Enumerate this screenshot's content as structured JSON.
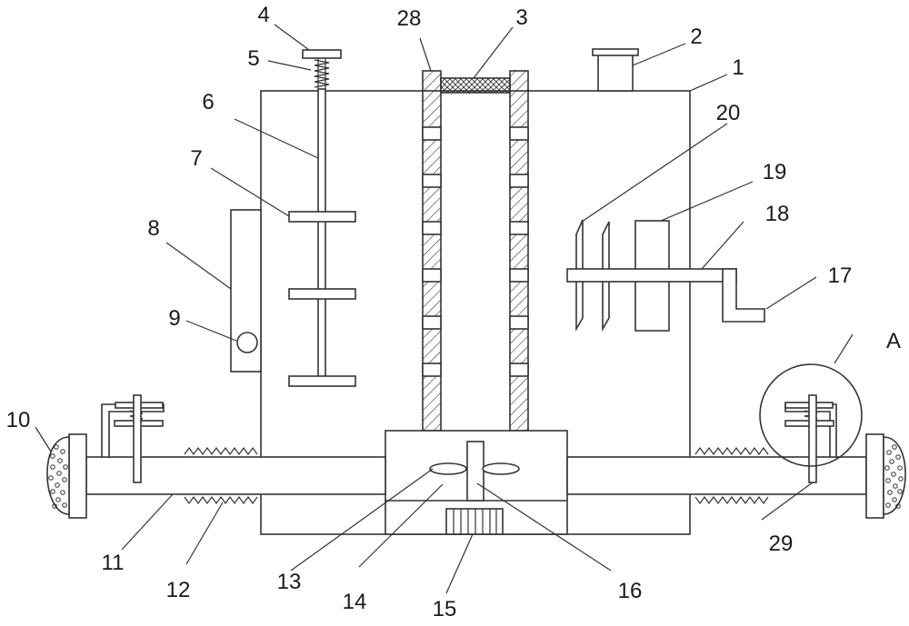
{
  "labels": {
    "l1": "1",
    "l2": "2",
    "l3": "3",
    "l4": "4",
    "l5": "5",
    "l6": "6",
    "l7": "7",
    "l8": "8",
    "l9": "9",
    "l10": "10",
    "l11": "11",
    "l12": "12",
    "l13": "13",
    "l14": "14",
    "l15": "15",
    "l16": "16",
    "l17": "17",
    "l18": "18",
    "l19": "19",
    "l20": "20",
    "l28": "28",
    "l29": "29",
    "lA": "A"
  },
  "colors": {
    "line": "#333333",
    "background": "#ffffff"
  }
}
